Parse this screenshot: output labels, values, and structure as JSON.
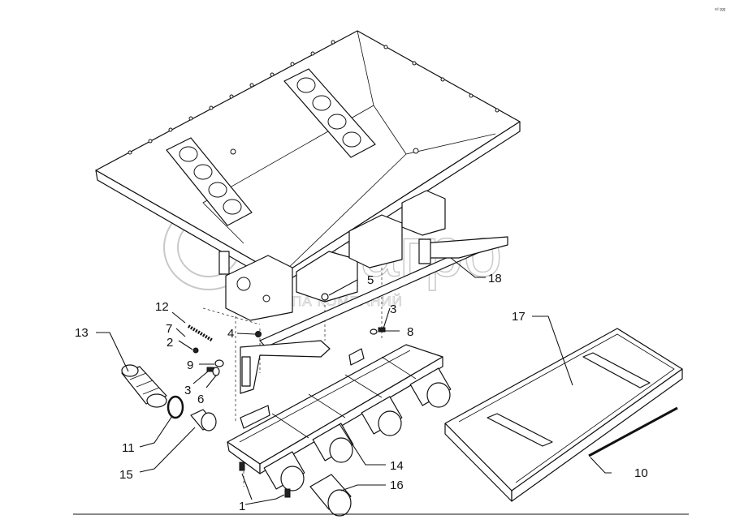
{
  "corner_mark": "ᵘᵈ ᵍᵍᵍ",
  "watermark": {
    "brand": "белагро",
    "subtitle": "ГРУППА КОМПАНИЙ"
  },
  "callouts": [
    {
      "id": "1",
      "label": "1"
    },
    {
      "id": "2a",
      "label": "2"
    },
    {
      "id": "3a",
      "label": "3"
    },
    {
      "id": "3b",
      "label": "3"
    },
    {
      "id": "4",
      "label": "4"
    },
    {
      "id": "5",
      "label": "5"
    },
    {
      "id": "6",
      "label": "6"
    },
    {
      "id": "7",
      "label": "7"
    },
    {
      "id": "8",
      "label": "8"
    },
    {
      "id": "9",
      "label": "9"
    },
    {
      "id": "10",
      "label": "10"
    },
    {
      "id": "11",
      "label": "11"
    },
    {
      "id": "12",
      "label": "12"
    },
    {
      "id": "13",
      "label": "13"
    },
    {
      "id": "14",
      "label": "14"
    },
    {
      "id": "15",
      "label": "15"
    },
    {
      "id": "16",
      "label": "16"
    },
    {
      "id": "17",
      "label": "17"
    },
    {
      "id": "18",
      "label": "18"
    }
  ]
}
